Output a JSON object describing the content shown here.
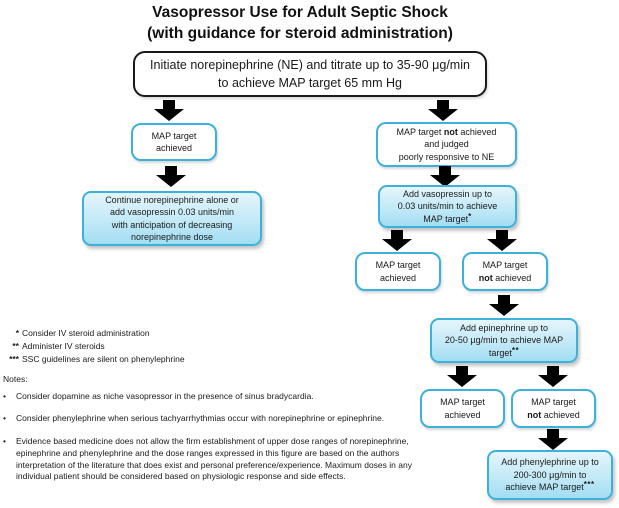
{
  "title": {
    "line1": "Vasopressor Use for Adult Septic Shock",
    "line2": "(with guidance for steroid administration)"
  },
  "flow": {
    "start": {
      "text": "Initiate norepinephrine (NE) and titrate up to 35-90 μg/min\nto achieve MAP target 65 mm Hg"
    },
    "map_achieved_1": {
      "text": "MAP target\nachieved"
    },
    "continue_ne": {
      "text": "Continue norepinephrine alone or\nadd vasopressin 0.03 units/min\nwith anticipation of decreasing\nnorepinephrine dose"
    },
    "map_not_achieved_1": {
      "pre": "MAP target ",
      "bold": "not",
      "post": " achieved\nand judged\npoorly responsive to NE"
    },
    "add_vasopressin": {
      "text": "Add vasopressin up to\n0.03 units/min to achieve\nMAP target",
      "sup": "*"
    },
    "map_achieved_2": {
      "text": "MAP target\nachieved"
    },
    "map_not_achieved_2": {
      "pre": "MAP target\n",
      "bold": "not",
      "post": " achieved"
    },
    "add_epinephrine": {
      "text": "Add epinephrine up to\n20-50 μg/min to achieve MAP\ntarget",
      "sup": "**"
    },
    "map_achieved_3": {
      "text": "MAP target\nachieved"
    },
    "map_not_achieved_3": {
      "pre": "MAP target\n",
      "bold": "not",
      "post": " achieved"
    },
    "add_phenylephrine": {
      "text": "Add phenylephrine up to\n200-300 μg/min to\nachieve MAP target",
      "sup": "***"
    }
  },
  "footnotes": [
    {
      "stars": "*",
      "text": "Consider IV steroid administration"
    },
    {
      "stars": "**",
      "text": "Administer IV steroids"
    },
    {
      "stars": "***",
      "text": "SSC guidelines are silent on phenylephrine"
    }
  ],
  "notes": {
    "heading": "Notes:",
    "bullet": "•",
    "items": [
      "Consider dopamine as niche vasopressor in the presence of sinus bradycardia.",
      "Consider phenylephrine when serious tachyarrhythmias occur with norepinephrine or epinephrine.",
      "Evidence based medicine does not allow the firm establishment of upper dose ranges of norepinephrine, epinephrine and phenylephrine and the dose ranges expressed in this figure are based on the authors interpretation of the literature that does exist and personal preference/experience. Maximum doses in any individual patient should be considered based on physiologic response and side effects."
    ]
  },
  "colors": {
    "accent_cyan": "#3eb1da",
    "node_fill_top": "#e4f5fc",
    "node_fill_bottom": "#a2ddf2",
    "arrow_black": "#000000",
    "start_border": "#1a1a1a"
  }
}
